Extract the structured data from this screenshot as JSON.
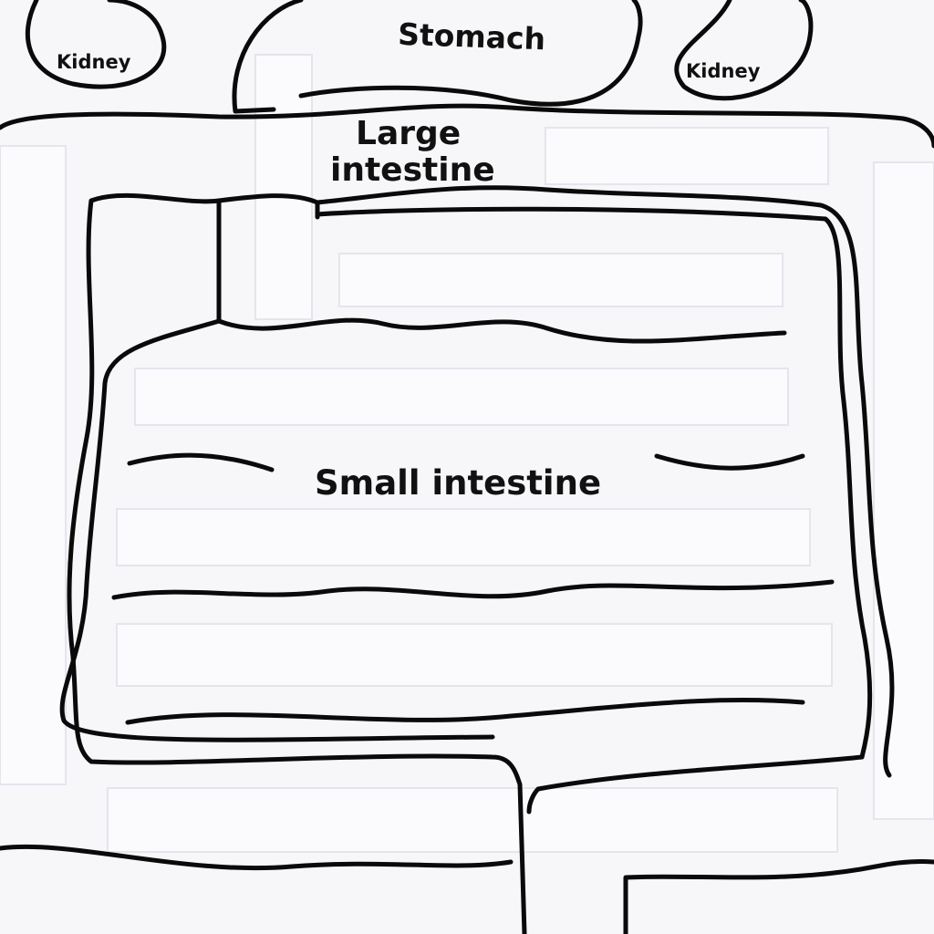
{
  "labels": {
    "kidney_left": "Kidney",
    "stomach": "Stomach",
    "kidney_right": "Kidney",
    "large_intestine_line1": "Large",
    "large_intestine_line2": "intestine",
    "small_intestine": "Small intestine"
  },
  "colors": {
    "fabric": "#f7f6f9",
    "outline": "#0a0a0a",
    "velcro": "#fbfbfd"
  }
}
